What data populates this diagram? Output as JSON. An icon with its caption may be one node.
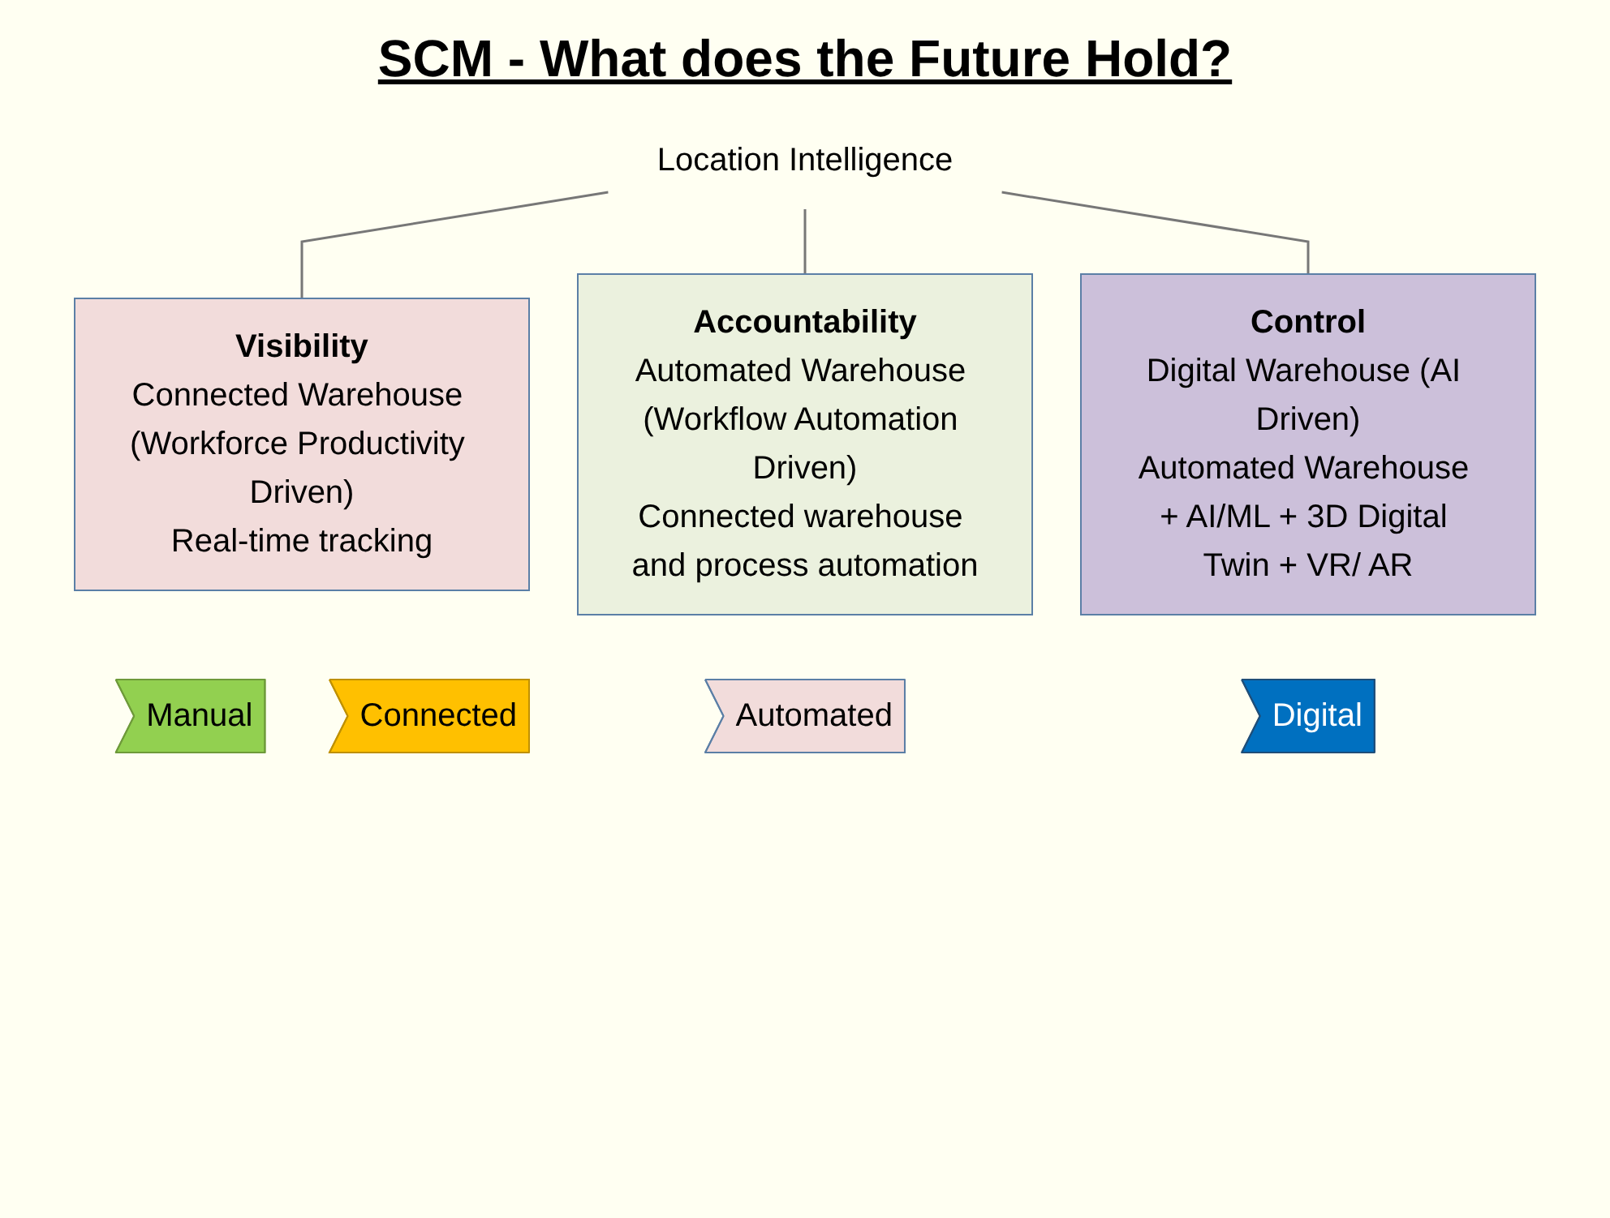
{
  "diagram": {
    "title": "SCM - What does the Future Hold?",
    "nodes": [
      {
        "text": [
          "Location Intelligence"
        ]
      },
      {
        "text": [
          "Visibility",
          "Connected Warehouse (Workforce Productivity Driven)",
          "Real-time tracking"
        ]
      },
      {
        "text": [
          "Accountability",
          "Automated Warehouse (Workflow Automation Driven)",
          "Connected warehouse and process automation"
        ]
      },
      {
        "text": [
          "Control",
          "Digital Warehouse (AI Driven)",
          "Automated Warehouse + AI/ML + 3D Digital Twin + VR/ AR"
        ]
      },
      {
        "text": [
          "Manual"
        ]
      },
      {
        "text": [
          "Connected"
        ]
      },
      {
        "text": [
          "Automated"
        ]
      },
      {
        "text": [
          "Digital"
        ]
      }
    ],
    "edges": [
      {
        "from": 0,
        "to": 1,
        "arrow": "none"
      },
      {
        "from": 0,
        "to": 2,
        "arrow": "none"
      },
      {
        "from": 0,
        "to": 3,
        "arrow": "none"
      }
    ]
  }
}
